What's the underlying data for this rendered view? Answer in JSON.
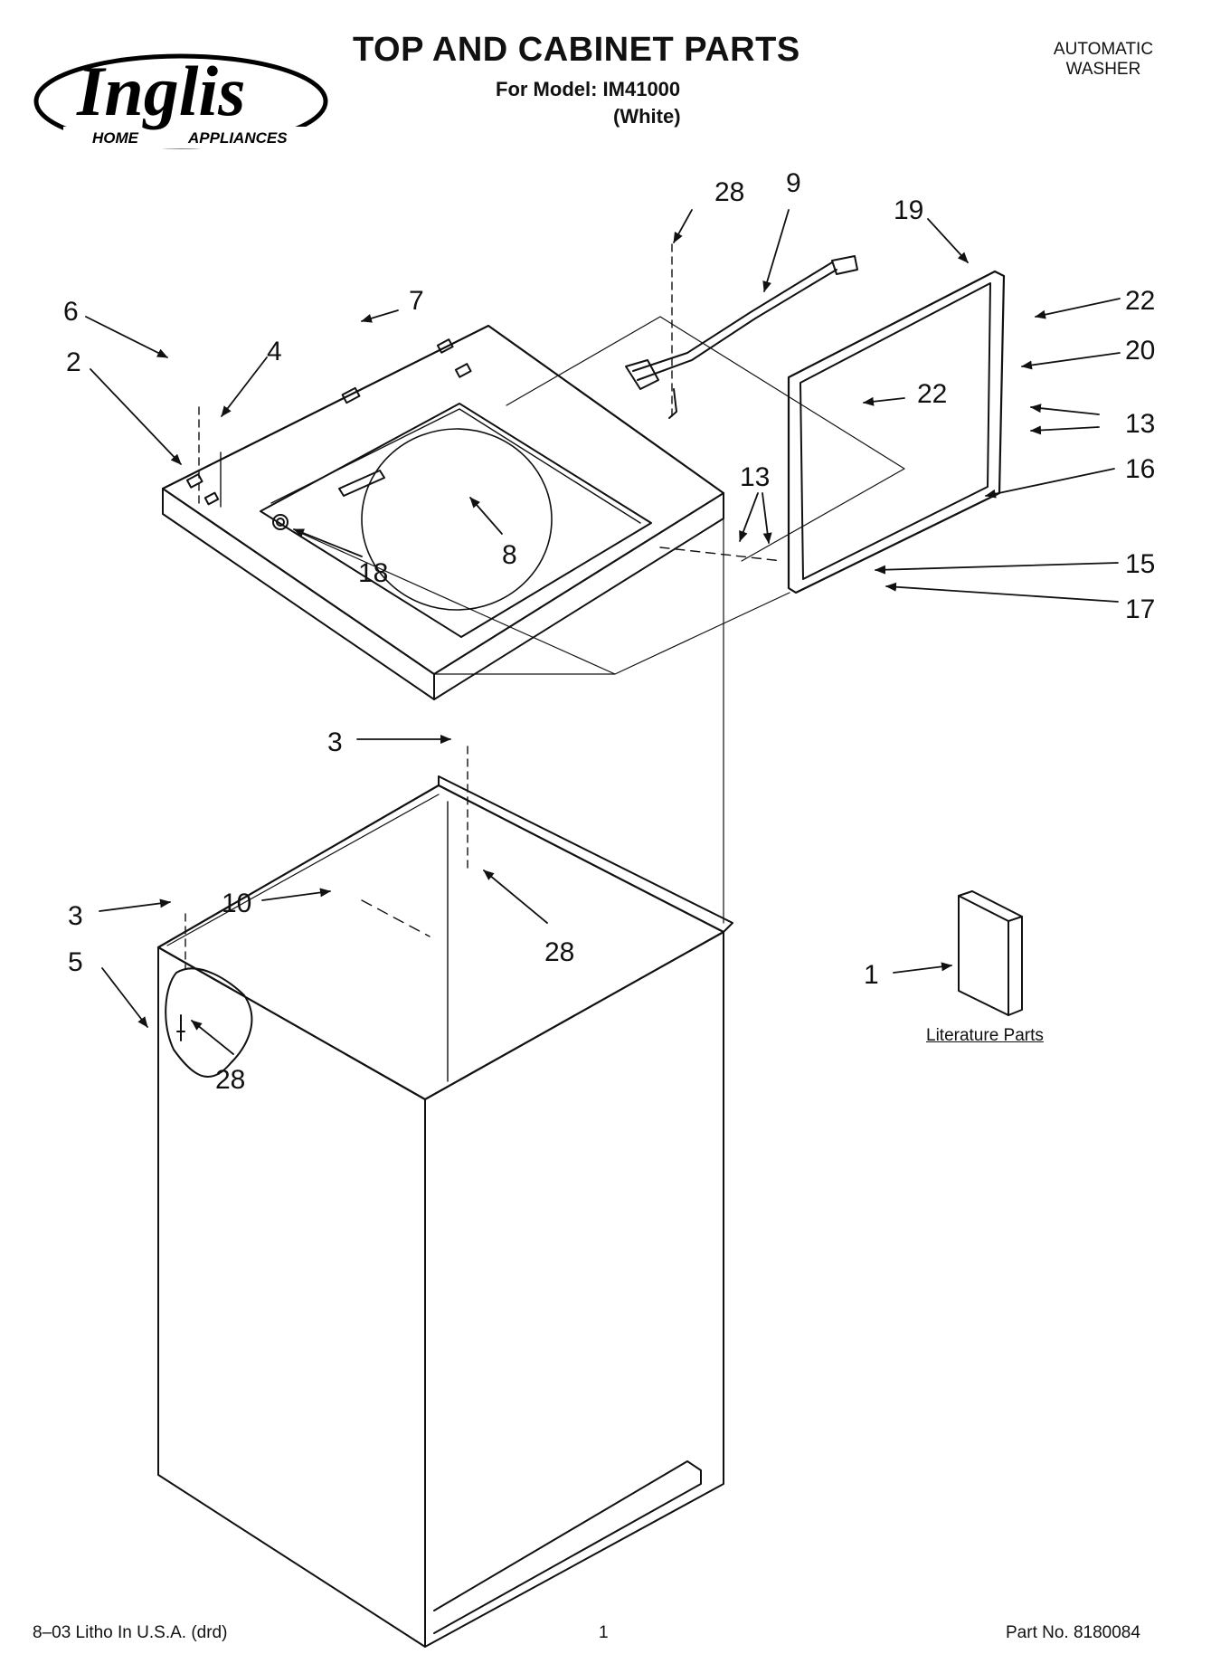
{
  "header": {
    "brand_main": "Inglis",
    "brand_sub_left": "HOME",
    "brand_sub_right": "APPLIANCES",
    "title": "TOP AND CABINET PARTS",
    "model_line": "For Model: IM41000",
    "color_line": "(White)",
    "category_line1": "AUTOMATIC",
    "category_line2": "WASHER"
  },
  "literature_label": "Literature Parts",
  "callouts": [
    {
      "id": "c28a",
      "text": "28"
    },
    {
      "id": "c9",
      "text": "9"
    },
    {
      "id": "c19",
      "text": "19"
    },
    {
      "id": "c22a",
      "text": "22"
    },
    {
      "id": "c20",
      "text": "20"
    },
    {
      "id": "c22b",
      "text": "22"
    },
    {
      "id": "c13a",
      "text": "13"
    },
    {
      "id": "c16",
      "text": "16"
    },
    {
      "id": "c13b",
      "text": "13"
    },
    {
      "id": "c15",
      "text": "15"
    },
    {
      "id": "c17",
      "text": "17"
    },
    {
      "id": "c6",
      "text": "6"
    },
    {
      "id": "c7",
      "text": "7"
    },
    {
      "id": "c2",
      "text": "2"
    },
    {
      "id": "c4",
      "text": "4"
    },
    {
      "id": "c18",
      "text": "18"
    },
    {
      "id": "c8",
      "text": "8"
    },
    {
      "id": "c3a",
      "text": "3"
    },
    {
      "id": "c3b",
      "text": "3"
    },
    {
      "id": "c10",
      "text": "10"
    },
    {
      "id": "c28b",
      "text": "28"
    },
    {
      "id": "c5",
      "text": "5"
    },
    {
      "id": "c28c",
      "text": "28"
    },
    {
      "id": "c1",
      "text": "1"
    }
  ],
  "footer": {
    "left": "8–03 Litho In U.S.A. (drd)",
    "center": "1",
    "right": "Part No. 8180084"
  }
}
